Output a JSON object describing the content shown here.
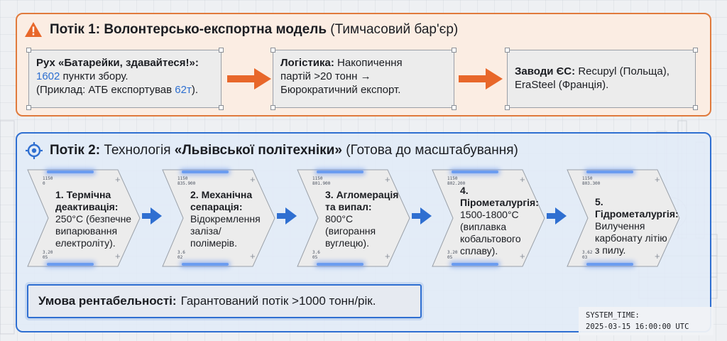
{
  "flow1": {
    "title_bold": "Потік 1: Волонтерсько-експортна модель",
    "title_rest": "(Тимчасовий бар'єр)",
    "cards": [
      {
        "line1": "Рух «Батарейки, здавайтеся!»:",
        "count": "1602",
        "line2_rest": "пункти збору.",
        "line3_pre": "(Приклад: АТБ експортував",
        "amount": "62т",
        "line3_post": ")."
      },
      {
        "heading": "Логістика:",
        "text1": "Накопичення",
        "text2": "партій >20 тонн →",
        "text3": "Бюрократичний експорт."
      },
      {
        "heading": "Заводи ЄС:",
        "text1": "Recupyl (Польща),",
        "text2": "EraSteel (Франція)."
      }
    ]
  },
  "flow2": {
    "title_pre": "Потік 2:",
    "title_mid": "Технологія",
    "title_bold": "«Львівської політехніки»",
    "title_rest": "(Готова до масштабування)",
    "steps": [
      {
        "heading": "1. Термічна деактивація:",
        "text": "250°C (безпечне випарювання електроліту).",
        "code_top": "1150\n0",
        "code_bottom": "3.20\n05"
      },
      {
        "heading": "2. Механічна сепарація:",
        "text": "Відокремлення заліза/полімерів.",
        "code_top": "1150\n835.900",
        "code_bottom": "3.6\n02"
      },
      {
        "heading": "3. Агломерація та випал:",
        "text": "800°C (вигорання вуглецю).",
        "code_top": "1150\n801.900",
        "code_bottom": "3.6\n05"
      },
      {
        "heading": "4. Пірометалургія:",
        "text": "1500-1800°C (виплавка кобальтового сплаву).",
        "code_top": "1150\n802.200",
        "code_bottom": "3.20\n05"
      },
      {
        "heading": "5. Гідрометалургія:",
        "text": "Вилучення карбонату літію з пилу.",
        "code_top": "1150\n803.300",
        "code_bottom": "3.62\n03"
      }
    ],
    "condition_label": "Умова рентабельності:",
    "condition_text": "Гарантований потік >1000 тонн/рік."
  },
  "system_time": {
    "label": "SYSTEM_TIME:",
    "value": "2025-03-15 16:00:00 UTC"
  },
  "colors": {
    "orange": "#e07a3c",
    "blue": "#2f6fd1",
    "link_blue": "#2d6fd0"
  },
  "icons": [
    "warning-icon",
    "target-icon",
    "orange-arrow",
    "blue-arrow",
    "plus-icon"
  ]
}
